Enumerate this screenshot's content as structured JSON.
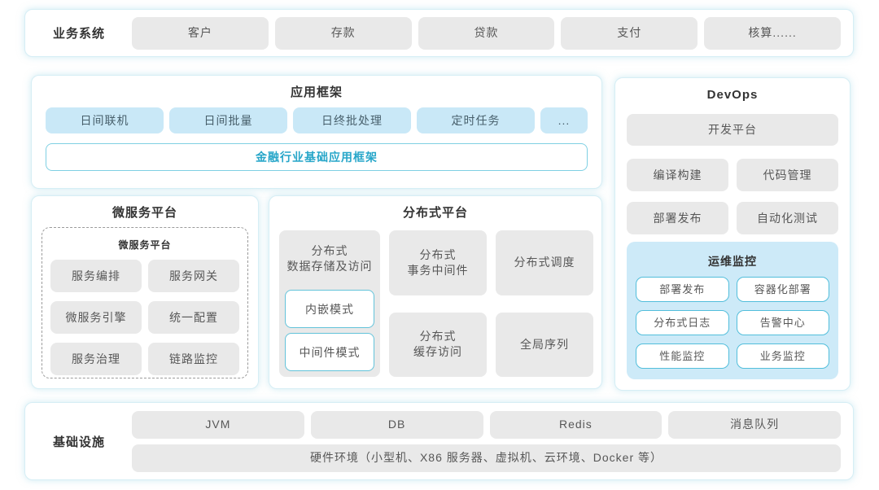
{
  "colors": {
    "accent_cyan": "#27a6c9",
    "card_border": "#d6eef5",
    "block_gray": "#e9e9e9",
    "block_blue": "#c9e8f7",
    "monitor_bg": "#cdeaf8",
    "monitor_button_border": "#52bedb"
  },
  "business": {
    "label": "业务系统",
    "items": [
      "客户",
      "存款",
      "贷款",
      "支付",
      "核算......"
    ]
  },
  "app_framework": {
    "title": "应用框架",
    "items": [
      "日间联机",
      "日间批量",
      "日终批处理",
      "定时任务",
      "..."
    ],
    "banner": "金融行业基础应用框架"
  },
  "microservice": {
    "title": "微服务平台",
    "inner_title": "微服务平台",
    "items": [
      "服务编排",
      "服务网关",
      "微服务引擎",
      "统一配置",
      "服务治理",
      "链路监控"
    ]
  },
  "distributed": {
    "title": "分布式平台",
    "storage_label": "分布式\n数据存储及访问",
    "storage_modes": [
      "内嵌模式",
      "中间件模式"
    ],
    "col2": [
      "分布式\n事务中间件",
      "分布式\n缓存访问"
    ],
    "col3": [
      "分布式调度",
      "全局序列"
    ]
  },
  "devops": {
    "title": "DevOps",
    "dev_platform": "开发平台",
    "tools": [
      "编译构建",
      "代码管理",
      "部署发布",
      "自动化测试"
    ],
    "monitoring": {
      "title": "运维监控",
      "items": [
        "部署发布",
        "容器化部署",
        "分布式日志",
        "告警中心",
        "性能监控",
        "业务监控"
      ]
    }
  },
  "infrastructure": {
    "label": "基础设施",
    "items": [
      "JVM",
      "DB",
      "Redis",
      "消息队列"
    ],
    "hardware": "硬件环境（小型机、X86 服务器、虚拟机、云环境、Docker 等）"
  }
}
